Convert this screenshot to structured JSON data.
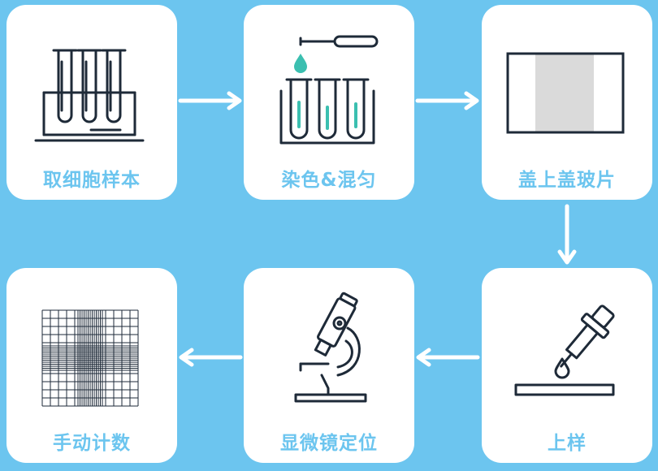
{
  "steps": [
    {
      "label": "取细胞样本",
      "icon": "test-tube-rack-icon"
    },
    {
      "label": "染色&混匀",
      "icon": "dropper-stained-tubes-icon"
    },
    {
      "label": "盖上盖玻片",
      "icon": "cover-slip-icon"
    },
    {
      "label": "上样",
      "icon": "pipette-slide-icon"
    },
    {
      "label": "显微镜定位",
      "icon": "microscope-icon"
    },
    {
      "label": "手动计数",
      "icon": "counting-grid-icon"
    }
  ],
  "colors": {
    "background": "#6cc5ef",
    "card": "#ffffff",
    "label": "#6cc5ef",
    "line": "#1e2a38",
    "stain": "#3bbfb0",
    "slip": "#dadada"
  }
}
